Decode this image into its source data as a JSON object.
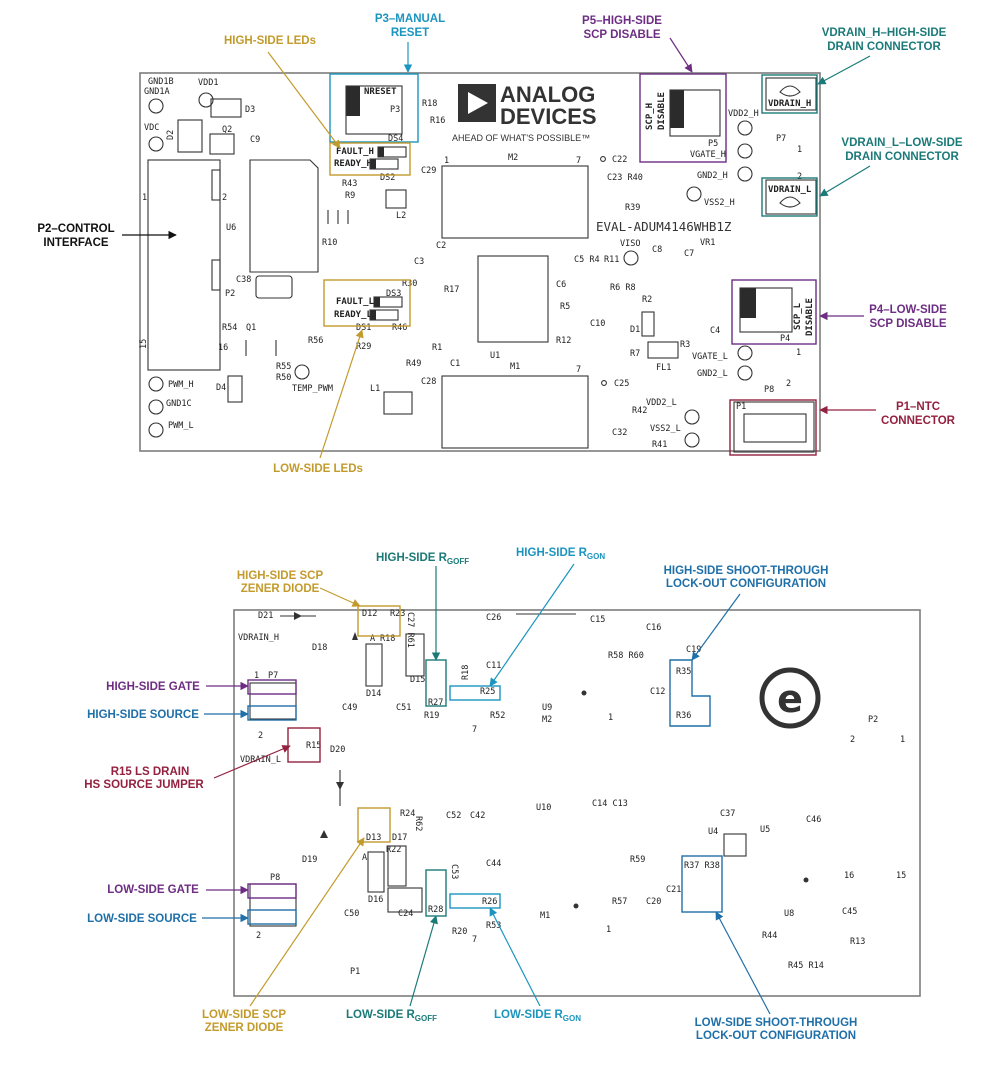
{
  "colors": {
    "gold": "#c39a2c",
    "cyan": "#1b95bf",
    "purple": "#6d2d83",
    "teal": "#1b7a78",
    "maroon": "#93213f",
    "blue": "#1f6fa8",
    "black": "#111111"
  },
  "logo": {
    "line1": "ANALOG",
    "line2": "DEVICES",
    "tagline": "AHEAD OF WHAT'S POSSIBLE™",
    "board_name": "EVAL-ADUM4146WHB1Z"
  },
  "top_callouts": {
    "high_side_leds": "HIGH-SIDE LEDs",
    "p3_line1": "P3–MANUAL",
    "p3_line2": "RESET",
    "p5_line1": "P5–HIGH-SIDE",
    "p5_line2": "SCP DISABLE",
    "vdrain_h_line1": "VDRAIN_H–HIGH-SIDE",
    "vdrain_h_line2": "DRAIN CONNECTOR",
    "vdrain_l_line1": "VDRAIN_L–LOW-SIDE",
    "vdrain_l_line2": "DRAIN CONNECTOR",
    "p2_line1": "P2–CONTROL",
    "p2_line2": "INTERFACE",
    "p4_line1": "P4–LOW-SIDE",
    "p4_line2": "SCP DISABLE",
    "p1_line1": "P1–NTC",
    "p1_line2": "CONNECTOR",
    "low_side_leds": "LOW-SIDE LEDs"
  },
  "bottom_callouts": {
    "hs_zener_line1": "HIGH-SIDE SCP",
    "hs_zener_line2": "ZENER DIODE",
    "hs_rgoff_main": "HIGH-SIDE R",
    "hs_rgoff_sub": "GOFF",
    "hs_rgon_main": "HIGH-SIDE R",
    "hs_rgon_sub": "GON",
    "hs_shoot_line1": "HIGH-SIDE SHOOT-THROUGH",
    "hs_shoot_line2": "LOCK-OUT CONFIGURATION",
    "hs_gate": "HIGH-SIDE GATE",
    "hs_source": "HIGH-SIDE SOURCE",
    "r15_line1": "R15 LS DRAIN",
    "r15_line2": "HS SOURCE JUMPER",
    "ls_gate": "LOW-SIDE GATE",
    "ls_source": "LOW-SIDE SOURCE",
    "ls_zener_line1": "LOW-SIDE SCP",
    "ls_zener_line2": "ZENER DIODE",
    "ls_rgoff_main": "LOW-SIDE R",
    "ls_rgoff_sub": "GOFF",
    "ls_rgon_main": "LOW-SIDE R",
    "ls_rgon_sub": "GON",
    "ls_shoot_line1": "LOW-SIDE SHOOT-THROUGH",
    "ls_shoot_line2": "LOCK-OUT CONFIGURATION"
  },
  "top_silk": {
    "gnd1b": "GND1B",
    "gnd1a": "GND1A",
    "vdd1": "VDD1",
    "d3": "D3",
    "vdc": "VDC",
    "d2": "D2",
    "q2": "Q2",
    "c9": "C9",
    "nreset": "NRESET",
    "p3": "P3",
    "r18": "R18",
    "r16": "R16",
    "ds4": "DS4",
    "fault_h": "FAULT_H",
    "ready_h": "READY_H",
    "ds2": "DS2",
    "c29": "C29",
    "r43": "R43",
    "r9": "R9",
    "l2": "L2",
    "u6": "U6",
    "r10": "R10",
    "c38": "C38",
    "p2": "P2",
    "m2": "M2",
    "c22": "C22",
    "c23_r40": "C23  R40",
    "r39": "R39",
    "scp_h": "SCP_H",
    "disable": "DISABLE",
    "p5": "P5",
    "vdd2_h": "VDD2_H",
    "vgate_h": "VGATE_H",
    "gnd2_h": "GND2_H",
    "vss2_h": "VSS2_H",
    "vdrain_h": "VDRAIN_H",
    "vdrain_l": "VDRAIN_L",
    "p7": "P7",
    "c3": "C3",
    "c2": "C2",
    "c5_r4": "C5 R4",
    "r11": "R11",
    "viso": "VISO",
    "c8": "C8",
    "c7": "C7",
    "vr1": "VR1",
    "r30": "R30",
    "ds3": "DS3",
    "r17": "R17",
    "c6": "C6",
    "r6_r8": "R6 R8",
    "r5": "R5",
    "r2": "R2",
    "fault_l": "FAULT_L",
    "ready_l": "READY_L",
    "ds1": "DS1",
    "r46": "R46",
    "c10": "C10",
    "d1": "D1",
    "scp_l": "SCP_L",
    "p4": "P4",
    "r54": "R54",
    "q1": "Q1",
    "r56": "R56",
    "r29": "R29",
    "r1": "R1",
    "u1": "U1",
    "r12": "R12",
    "r3": "R3",
    "c4": "C4",
    "r7": "R7",
    "fl1": "FL1",
    "vgate_l": "VGATE_L",
    "gnd2_l": "GND2_L",
    "r55": "R55",
    "r50": "R50",
    "temp_pwm": "TEMP_PWM",
    "r49": "R49",
    "c1": "C1",
    "m1": "M1",
    "pwm_h": "PWM_H",
    "d4": "D4",
    "l1": "L1",
    "c28": "C28",
    "c25": "C25",
    "p8": "P8",
    "gnd1c": "GND1C",
    "pwm_l": "PWM_L",
    "vdd2_l": "VDD2_L",
    "r42": "R42",
    "p1": "P1",
    "c32": "C32",
    "vss2_l": "VSS2_L",
    "r41": "R41",
    "n1": "1",
    "n2": "2",
    "n7": "7",
    "n15": "15",
    "n16": "16"
  },
  "bottom_silk": {
    "d21": "D21",
    "d12": "D12",
    "r23": "R23",
    "c27_r61": "C27 R61",
    "c26": "C26",
    "c15": "C15",
    "c16": "C16",
    "vdrain_h": "VDRAIN_H",
    "d18": "D18",
    "c11": "C11",
    "r58_r60": "R58 R60",
    "c19": "C19",
    "p7": "P7",
    "d14": "D14",
    "d15": "D15",
    "r18": "R18",
    "r27": "R27",
    "r25": "R25",
    "r35": "R35",
    "c12": "C12",
    "c49": "C49",
    "c51": "C51",
    "r19": "R19",
    "r52": "R52",
    "u9": "U9",
    "m2": "M2",
    "r36": "R36",
    "p2": "P2",
    "r15": "R15",
    "vdrain_l": "VDRAIN_L",
    "d20": "D20",
    "r24": "R24",
    "c52": "C52",
    "c42": "C42",
    "u10": "U10",
    "c14_c13": "C14 C13",
    "c37": "C37",
    "r62": "R62",
    "u4": "U4",
    "u5": "U5",
    "c46": "C46",
    "d13": "D13",
    "d17": "D17",
    "r22": "R22",
    "d19": "D19",
    "c44": "C44",
    "r59": "R59",
    "r37_r38": "R37 R38",
    "c21": "C21",
    "c53": "C53",
    "p8": "P8",
    "d16": "D16",
    "r28": "R28",
    "r26": "R26",
    "r57": "R57",
    "c20": "C20",
    "m1": "M1",
    "u8": "U8",
    "c45": "C45",
    "c50": "C50",
    "c24": "C24",
    "r20": "R20",
    "r53": "R53",
    "r44": "R44",
    "r13": "R13",
    "p1": "P1",
    "r45_r14": "R45  R14",
    "n1": "1",
    "n2": "2",
    "n7": "7",
    "n15": "15",
    "n16": "16",
    "a": "A"
  }
}
